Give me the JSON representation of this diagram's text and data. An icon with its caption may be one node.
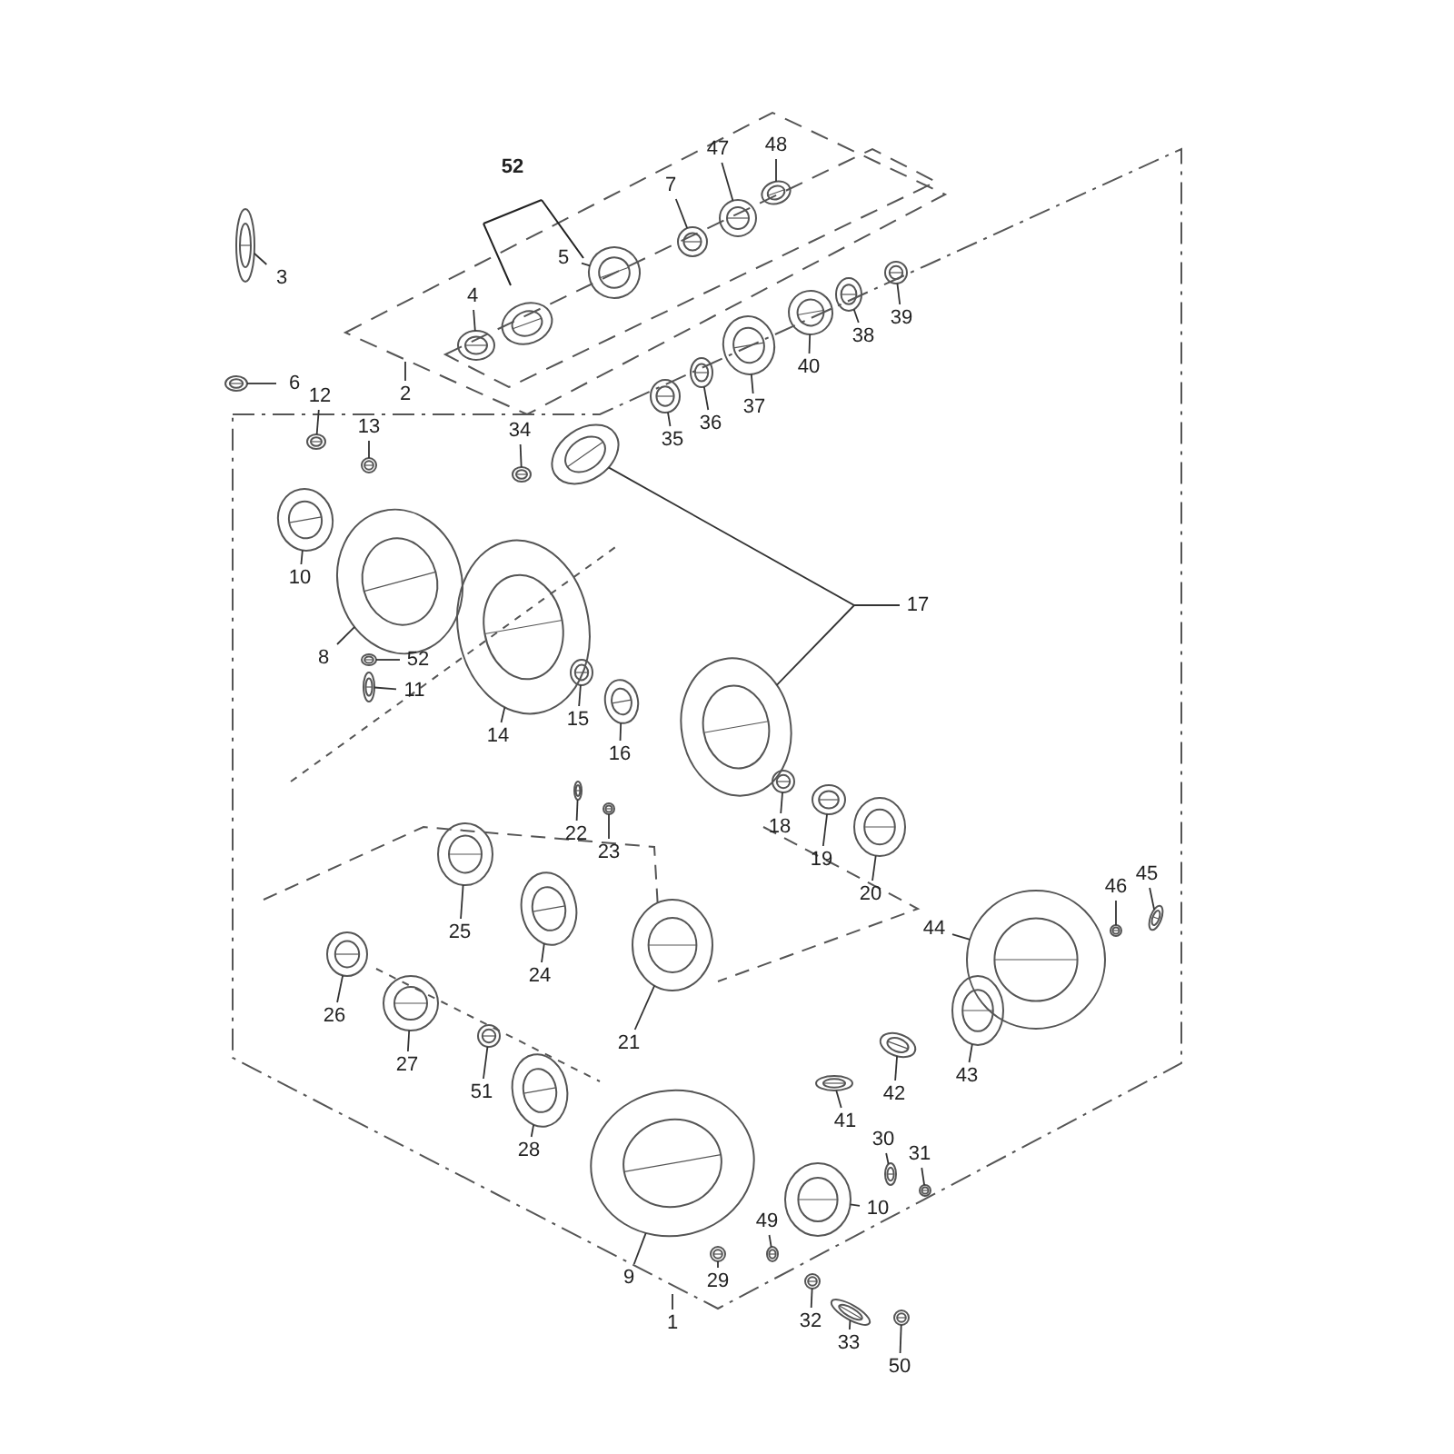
{
  "diagram": {
    "nodes": [
      {
        "text": [
          "3"
        ]
      },
      {
        "text": [
          "6"
        ]
      },
      {
        "text": [
          "2"
        ]
      },
      {
        "text": [
          "4"
        ]
      },
      {
        "text": [
          "5"
        ]
      },
      {
        "text": [
          "7"
        ]
      },
      {
        "text": [
          "47"
        ]
      },
      {
        "text": [
          "48"
        ]
      },
      {
        "text": [
          "38"
        ]
      },
      {
        "text": [
          "39"
        ]
      },
      {
        "text": [
          "40"
        ]
      },
      {
        "text": [
          "37"
        ]
      },
      {
        "text": [
          "36"
        ]
      },
      {
        "text": [
          "35"
        ]
      },
      {
        "text": [
          "12"
        ]
      },
      {
        "text": [
          "13"
        ]
      },
      {
        "text": [
          "34"
        ]
      },
      {
        "text": [
          "17"
        ]
      },
      {
        "text": [
          "10"
        ]
      },
      {
        "text": [
          "8"
        ]
      },
      {
        "text": [
          "52"
        ]
      },
      {
        "text": [
          "11"
        ]
      },
      {
        "text": [
          "14"
        ]
      },
      {
        "text": [
          "15"
        ]
      },
      {
        "text": [
          "16"
        ]
      },
      {
        "text": [
          "18"
        ]
      },
      {
        "text": [
          "19"
        ]
      },
      {
        "text": [
          "22"
        ]
      },
      {
        "text": [
          "23"
        ]
      },
      {
        "text": [
          "20"
        ]
      },
      {
        "text": [
          "45"
        ]
      },
      {
        "text": [
          "46"
        ]
      },
      {
        "text": [
          "44"
        ]
      },
      {
        "text": [
          "25"
        ]
      },
      {
        "text": [
          "24"
        ]
      },
      {
        "text": [
          "26"
        ]
      },
      {
        "text": [
          "27"
        ]
      },
      {
        "text": [
          "21"
        ]
      },
      {
        "text": [
          "51"
        ]
      },
      {
        "text": [
          "28"
        ]
      },
      {
        "text": [
          "43"
        ]
      },
      {
        "text": [
          "42"
        ]
      },
      {
        "text": [
          "41"
        ]
      },
      {
        "text": [
          "30"
        ]
      },
      {
        "text": [
          "31"
        ]
      },
      {
        "text": [
          "10"
        ]
      },
      {
        "text": [
          "49"
        ]
      },
      {
        "text": [
          "9"
        ]
      },
      {
        "text": [
          "29"
        ]
      },
      {
        "text": [
          "1"
        ]
      },
      {
        "text": [
          "32"
        ]
      },
      {
        "text": [
          "33"
        ]
      },
      {
        "text": [
          "50"
        ]
      },
      {
        "text": [],
        "shape": "picture"
      },
      {
        "text": [],
        "shape": "picture"
      },
      {
        "text": [],
        "shape": "picture"
      },
      {
        "text": [],
        "shape": "picture"
      },
      {
        "text": [],
        "shape": "picture"
      },
      {
        "text": [],
        "shape": "picture"
      },
      {
        "text": [],
        "shape": "picture"
      },
      {
        "text": [],
        "shape": "picture"
      },
      {
        "text": [],
        "shape": "picture"
      },
      {
        "text": [],
        "shape": "picture"
      },
      {
        "text": [],
        "shape": "picture"
      },
      {
        "text": [],
        "shape": "picture"
      },
      {
        "text": [],
        "shape": "picture"
      },
      {
        "text": [],
        "shape": "picture"
      },
      {
        "text": [],
        "shape": "picture"
      },
      {
        "text": [],
        "shape": "picture"
      },
      {
        "text": [],
        "shape": "picture"
      },
      {
        "text": [],
        "shape": "picture"
      },
      {
        "text": [],
        "shape": "picture"
      },
      {
        "text": [],
        "shape": "picture"
      },
      {
        "text": [],
        "shape": "picture"
      },
      {
        "text": [],
        "shape": "picture"
      },
      {
        "text": [],
        "shape": "picture"
      },
      {
        "text": [],
        "shape": "picture"
      },
      {
        "text": [],
        "shape": "picture"
      },
      {
        "text": [],
        "shape": "picture"
      },
      {
        "text": [],
        "shape": "picture"
      },
      {
        "text": [],
        "shape": "picture"
      },
      {
        "text": [],
        "shape": "picture"
      },
      {
        "text": [],
        "shape": "picture"
      },
      {
        "text": [],
        "shape": "picture"
      },
      {
        "text": [],
        "shape": "picture"
      },
      {
        "text": [],
        "shape": "picture"
      },
      {
        "text": [],
        "shape": "picture"
      },
      {
        "text": [],
        "shape": "picture"
      },
      {
        "text": [],
        "shape": "picture"
      },
      {
        "text": [],
        "shape": "picture"
      },
      {
        "text": [],
        "shape": "picture"
      },
      {
        "text": [],
        "shape": "picture"
      },
      {
        "text": [],
        "shape": "picture"
      },
      {
        "text": [],
        "shape": "picture"
      },
      {
        "text": [],
        "shape": "picture"
      },
      {
        "text": [],
        "shape": "picture"
      },
      {
        "text": [],
        "shape": "picture"
      },
      {
        "text": [],
        "shape": "picture"
      },
      {
        "text": [],
        "shape": "picture"
      },
      {
        "text": [],
        "shape": "picture"
      },
      {
        "text": [],
        "shape": "picture"
      },
      {
        "text": [],
        "shape": "picture"
      },
      {
        "text": [],
        "shape": "picture"
      },
      {
        "text": [],
        "shape": "picture"
      },
      {
        "text": [],
        "shape": "picture"
      },
      {
        "text": [],
        "shape": "picture"
      }
    ],
    "edges": [
      {
        "from": 0,
        "to": 65,
        "arrow": "none"
      },
      {
        "from": 1,
        "to": 66,
        "arrow": "none"
      },
      {
        "from": 2,
        "to": null,
        "arrow": "none"
      },
      {
        "from": 3,
        "to": 53,
        "arrow": "none"
      },
      {
        "from": 4,
        "to": 55,
        "arrow": "none"
      },
      {
        "from": 5,
        "to": 56,
        "arrow": "none"
      },
      {
        "from": 6,
        "to": 57,
        "arrow": "none"
      },
      {
        "from": 7,
        "to": 58,
        "arrow": "none"
      },
      {
        "from": 8,
        "to": 60,
        "arrow": "none"
      },
      {
        "from": 9,
        "to": 59,
        "arrow": "none"
      },
      {
        "from": 10,
        "to": 61,
        "arrow": "none"
      },
      {
        "from": 11,
        "to": 62,
        "arrow": "none"
      },
      {
        "from": 12,
        "to": 63,
        "arrow": "none"
      },
      {
        "from": 13,
        "to": 64,
        "arrow": "none"
      },
      {
        "from": 14,
        "to": 67,
        "arrow": "none"
      },
      {
        "from": 15,
        "to": 68,
        "arrow": "none"
      },
      {
        "from": 16,
        "to": 69,
        "arrow": "none"
      },
      {
        "from": 17,
        "to": 70,
        "arrow": "none"
      },
      {
        "from": 17,
        "to": 78,
        "arrow": "none"
      },
      {
        "from": 18,
        "to": 71,
        "arrow": "none"
      },
      {
        "from": 19,
        "to": 72,
        "arrow": "none"
      },
      {
        "from": 20,
        "to": 73,
        "arrow": "none"
      },
      {
        "from": 21,
        "to": 74,
        "arrow": "none"
      },
      {
        "from": 22,
        "to": 75,
        "arrow": "none"
      },
      {
        "from": 23,
        "to": 76,
        "arrow": "none"
      },
      {
        "from": 24,
        "to": 77,
        "arrow": "none"
      },
      {
        "from": 25,
        "to": 79,
        "arrow": "none"
      },
      {
        "from": 26,
        "to": 80,
        "arrow": "none"
      },
      {
        "from": 27,
        "to": 82,
        "arrow": "none"
      },
      {
        "from": 28,
        "to": 83,
        "arrow": "none"
      },
      {
        "from": 29,
        "to": 81,
        "arrow": "none"
      },
      {
        "from": 30,
        "to": 104,
        "arrow": "none"
      },
      {
        "from": 31,
        "to": 105,
        "arrow": "none"
      },
      {
        "from": 32,
        "to": 92,
        "arrow": "none"
      },
      {
        "from": 33,
        "to": 84,
        "arrow": "none"
      },
      {
        "from": 34,
        "to": 85,
        "arrow": "none"
      },
      {
        "from": 35,
        "to": 87,
        "arrow": "none"
      },
      {
        "from": 36,
        "to": 88,
        "arrow": "none"
      },
      {
        "from": 37,
        "to": 86,
        "arrow": "none"
      },
      {
        "from": 38,
        "to": 89,
        "arrow": "none"
      },
      {
        "from": 39,
        "to": 90,
        "arrow": "none"
      },
      {
        "from": 40,
        "to": 91,
        "arrow": "none"
      },
      {
        "from": 41,
        "to": 93,
        "arrow": "none"
      },
      {
        "from": 42,
        "to": 94,
        "arrow": "none"
      },
      {
        "from": 43,
        "to": 95,
        "arrow": "none"
      },
      {
        "from": 44,
        "to": 96,
        "arrow": "none"
      },
      {
        "from": 45,
        "to": 97,
        "arrow": "none"
      },
      {
        "from": 46,
        "to": 98,
        "arrow": "none"
      },
      {
        "from": 47,
        "to": 99,
        "arrow": "none"
      },
      {
        "from": 48,
        "to": 100,
        "arrow": "none"
      },
      {
        "from": 49,
        "to": null,
        "arrow": "none"
      },
      {
        "from": 50,
        "to": 101,
        "arrow": "none"
      },
      {
        "from": 51,
        "to": 102,
        "arrow": "none"
      },
      {
        "from": 52,
        "to": 103,
        "arrow": "none"
      }
    ],
    "labels": [
      "52"
    ]
  }
}
